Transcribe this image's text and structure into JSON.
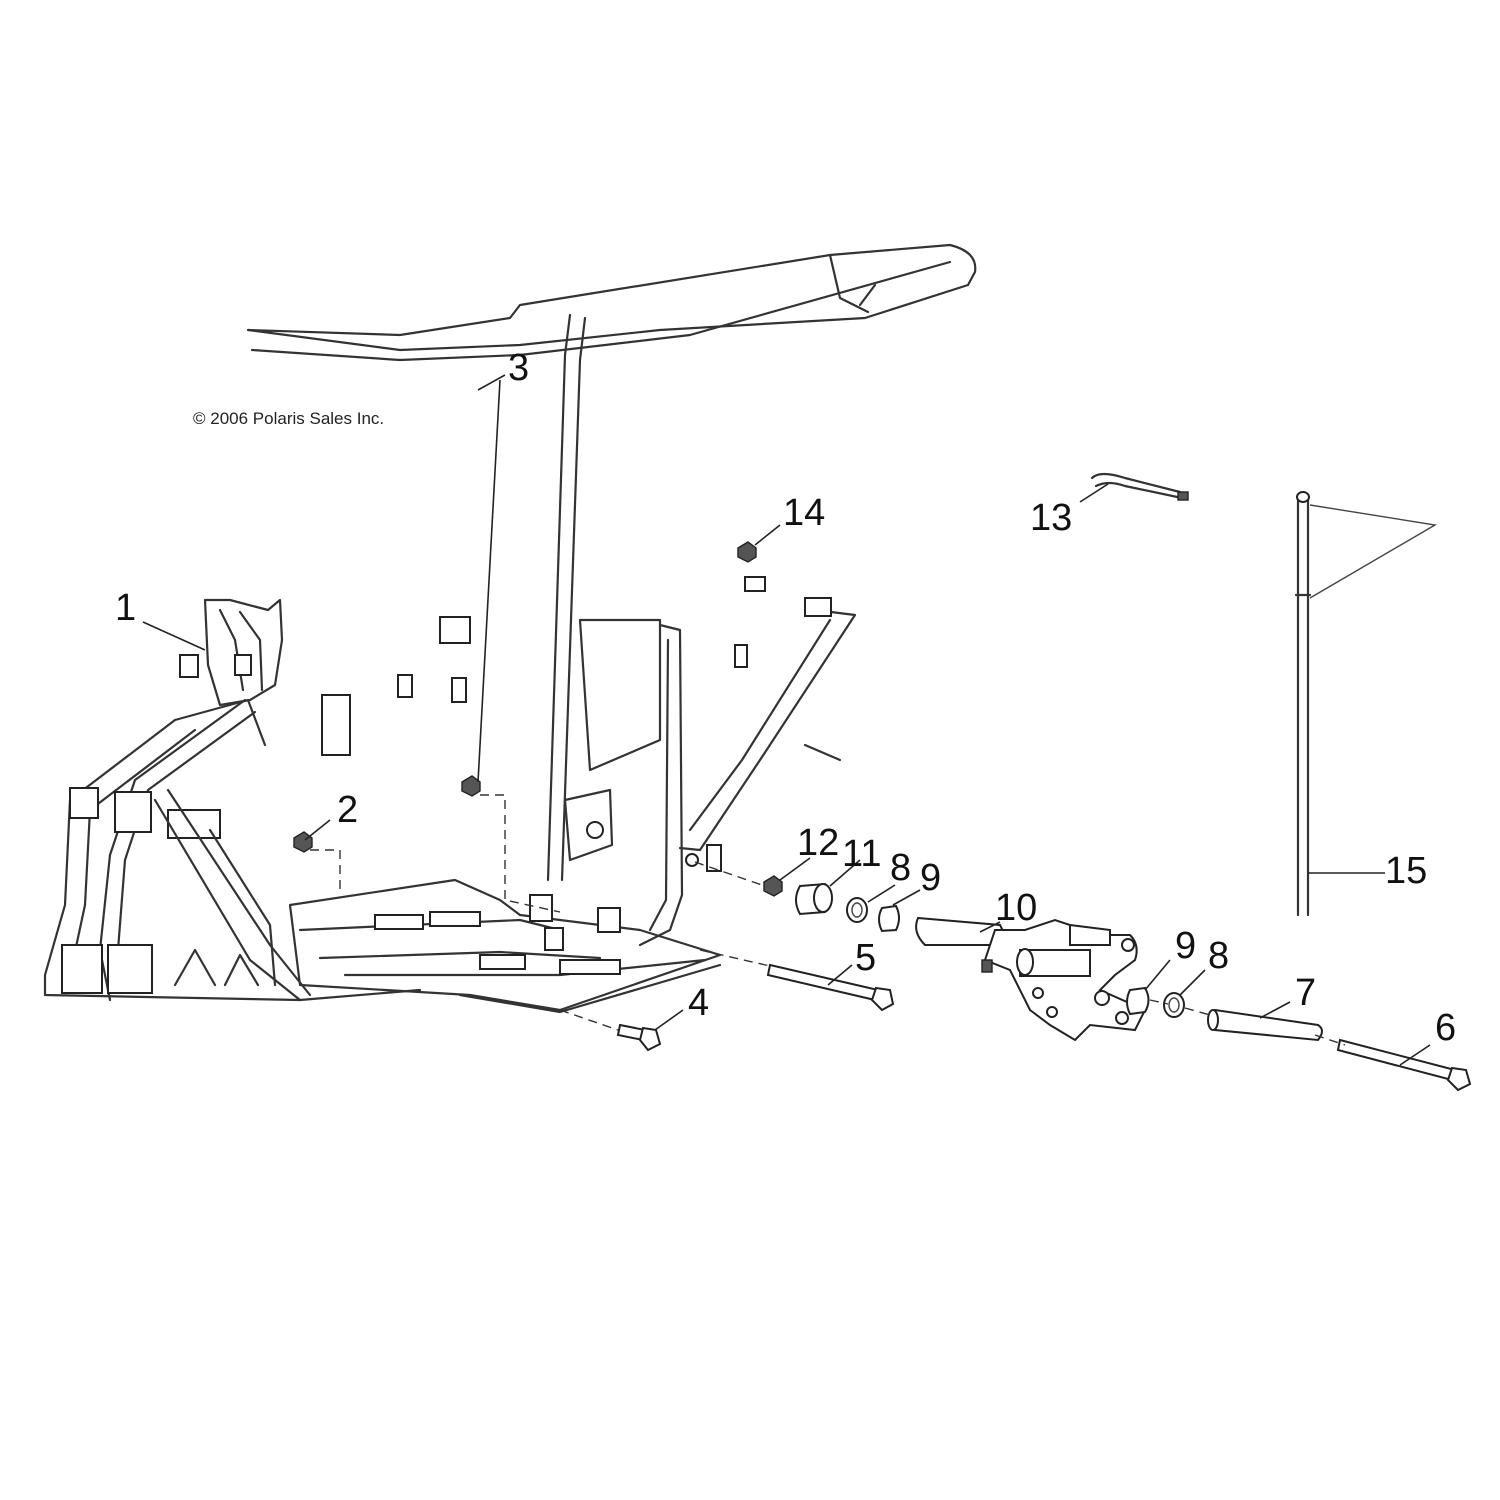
{
  "copyright": "© 2006 Polaris Sales Inc.",
  "callouts": [
    "1",
    "2",
    "3",
    "4",
    "5",
    "6",
    "7",
    "8",
    "9",
    "10",
    "11",
    "12",
    "13",
    "14",
    "15",
    "9",
    "8"
  ]
}
